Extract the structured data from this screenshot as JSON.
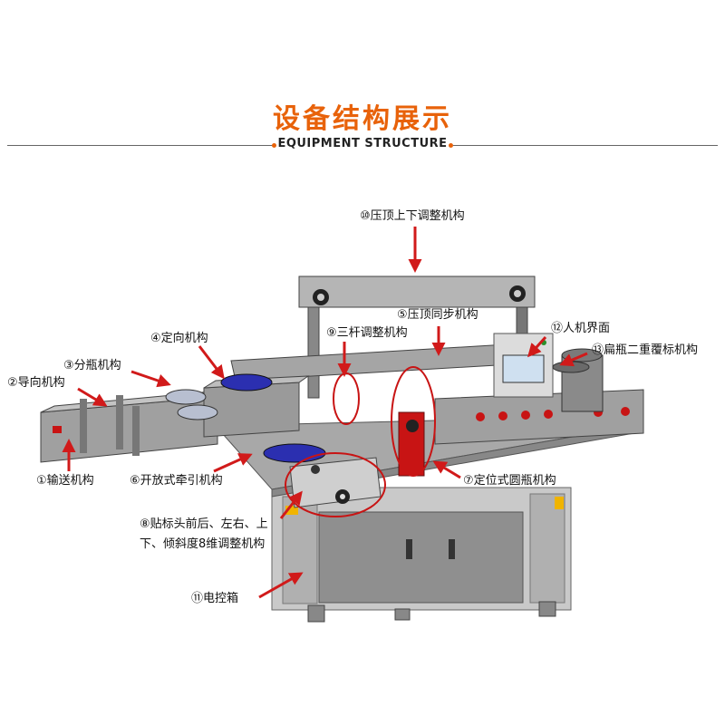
{
  "header": {
    "title": "设备结构展示",
    "subtitle": "EQUIPMENT STRUCTURE"
  },
  "colors": {
    "accent": "#e8620a",
    "arrow": "#d11a1a",
    "frame": "#b9b9b9",
    "panel": "#8f8f8f",
    "table": "#a8a8a8",
    "conveyor_blue": "#2b2fb0",
    "highlight_red": "#c81414"
  },
  "labels": {
    "l1": "①输送机构",
    "l2": "②导向机构",
    "l3": "③分瓶机构",
    "l4": "④定向机构",
    "l5": "⑤压顶同步机构",
    "l6": "⑥开放式牵引机构",
    "l7": "⑦定位式圆瓶机构",
    "l8": "⑧贴标头前后、左右、上下、倾斜度8维调整机构",
    "l9": "⑨三杆调整机构",
    "l10": "⑩压顶上下调整机构",
    "l11": "⑪电控箱",
    "l12": "⑫人机界面",
    "l13": "⑬扁瓶二重覆标机构"
  }
}
